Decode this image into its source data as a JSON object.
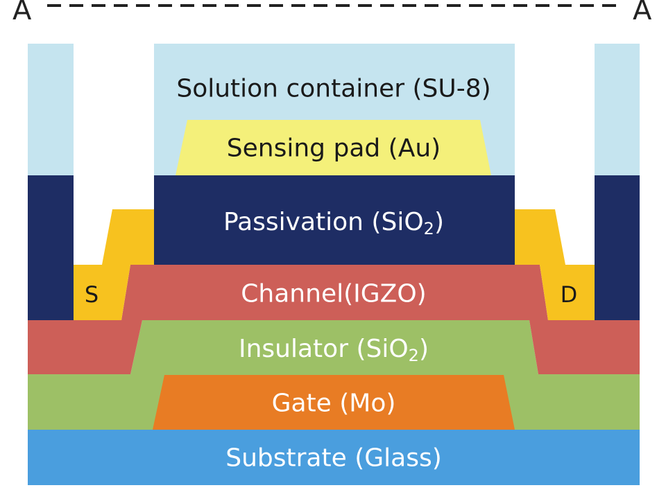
{
  "cut_line": {
    "left_label": "A",
    "right_label": "A"
  },
  "layers": {
    "solution_container": {
      "label": "Solution container (SU-8)",
      "color": "#c5e4ef"
    },
    "sensing_pad": {
      "label": "Sensing pad (Au)",
      "color": "#f4f07a"
    },
    "passivation": {
      "label_main": "Passivation (SiO",
      "label_sub": "2",
      "label_end": ")",
      "color": "#1e2d64"
    },
    "source": {
      "label": "S",
      "color": "#f7c21f"
    },
    "drain": {
      "label": "D",
      "color": "#f7c21f"
    },
    "channel": {
      "label": "Channel(IGZO)",
      "color": "#cd5f58"
    },
    "insulator": {
      "label_main": "Insulator (SiO",
      "label_sub": "2",
      "label_end": ")",
      "color": "#9dc066"
    },
    "gate": {
      "label": "Gate (Mo)",
      "color": "#e87c24"
    },
    "substrate": {
      "label": "Substrate (Glass)",
      "color": "#4a9ede"
    }
  }
}
